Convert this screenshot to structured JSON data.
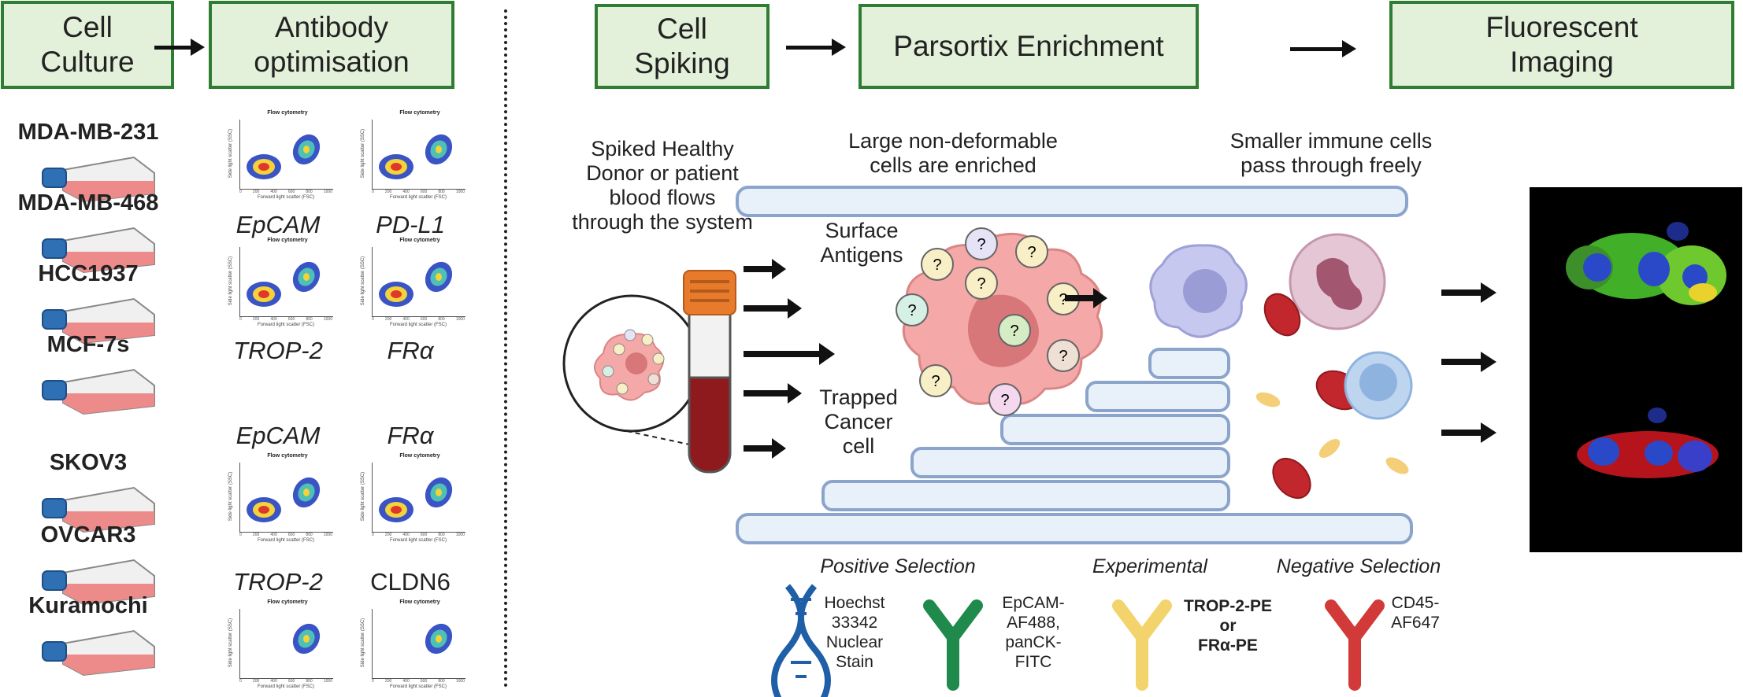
{
  "stages": [
    {
      "id": "cell-culture",
      "label": "Cell\nCulture"
    },
    {
      "id": "antibody-optimisation",
      "label": "Antibody\noptimisation"
    },
    {
      "id": "cell-spiking",
      "label": "Cell\nSpiking"
    },
    {
      "id": "parsortix-enrichment",
      "label": "Parsortix Enrichment"
    },
    {
      "id": "fluorescent-imaging",
      "label": "Fluorescent\nImaging"
    }
  ],
  "cell_lines": {
    "breast": [
      "MDA-MB-231",
      "MDA-MB-468",
      "HCC1937",
      "MCF-7s"
    ],
    "ovarian": [
      "SKOV3",
      "OVCAR3",
      "Kuramochi"
    ]
  },
  "antibodies": {
    "breast": [
      "EpCAM",
      "PD-L1",
      "TROP-2",
      "FRα"
    ],
    "ovarian": [
      "EpCAM",
      "FRα",
      "TROP-2",
      "CLDN6"
    ]
  },
  "flow_plot": {
    "title": "Flow cytometry",
    "xlabel": "Forward light scatter (FSC)",
    "ylabel": "Side light scatter (SSC)",
    "ticks": [
      "0",
      "200",
      "400",
      "600",
      "800",
      "1000"
    ]
  },
  "annotations": {
    "blood_flow": "Spiked Healthy\nDonor or patient\nblood flows\nthrough the system",
    "surface_antigens": "Surface\nAntigens",
    "trapped": "Trapped\nCancer\ncell",
    "large_cells": "Large non-deformable\ncells are enriched",
    "small_cells": "Smaller immune cells\npass through freely",
    "antigen_mark": "?"
  },
  "selection": {
    "positive": "Positive Selection",
    "experimental": "Experimental",
    "negative": "Negative Selection",
    "hoechst": "Hoechst\n33342\nNuclear\nStain",
    "epcam": "EpCAM-\nAF488,\npanCK-\nFITC",
    "trop2": "TROP-2-PE\nor\nFRα-PE",
    "cd45": "CD45-\nAF647"
  },
  "colors": {
    "stage_fill": "#e3f1da",
    "stage_border": "#2f7d32",
    "chip_fill": "#e8f0fa",
    "chip_border": "#8aa4cc",
    "cancer_cell": "#f4a9a8",
    "dna_blue": "#1f5fa8",
    "ab_green": "#1f8a4c",
    "ab_yellow": "#f3d36b",
    "ab_red": "#d23a3a"
  }
}
